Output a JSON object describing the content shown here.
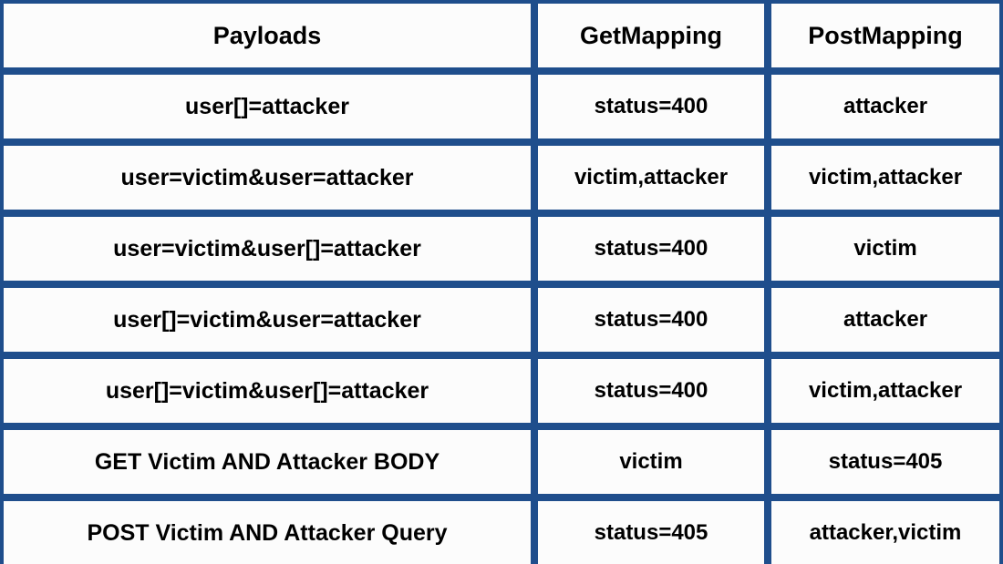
{
  "table": {
    "columns": [
      {
        "key": "payloads",
        "label": "Payloads"
      },
      {
        "key": "getmapping",
        "label": "GetMapping"
      },
      {
        "key": "postmapping",
        "label": "PostMapping"
      }
    ],
    "rows": [
      {
        "payloads": "user[]=attacker",
        "getmapping": "status=400",
        "postmapping": "attacker"
      },
      {
        "payloads": "user=victim&user=attacker",
        "getmapping": "victim,attacker",
        "postmapping": "victim,attacker"
      },
      {
        "payloads": "user=victim&user[]=attacker",
        "getmapping": "status=400",
        "postmapping": "victim"
      },
      {
        "payloads": "user[]=victim&user=attacker",
        "getmapping": "status=400",
        "postmapping": "attacker"
      },
      {
        "payloads": "user[]=victim&user[]=attacker",
        "getmapping": "status=400",
        "postmapping": "victim,attacker"
      },
      {
        "payloads": "GET Victim AND Attacker BODY",
        "getmapping": "victim",
        "postmapping": "status=405"
      },
      {
        "payloads": "POST Victim AND Attacker Query",
        "getmapping": "status=405",
        "postmapping": "attacker,victim"
      }
    ]
  },
  "colors": {
    "grid": "#1f4e8c",
    "cell_background": "#fcfcfc",
    "text": "#000000"
  }
}
